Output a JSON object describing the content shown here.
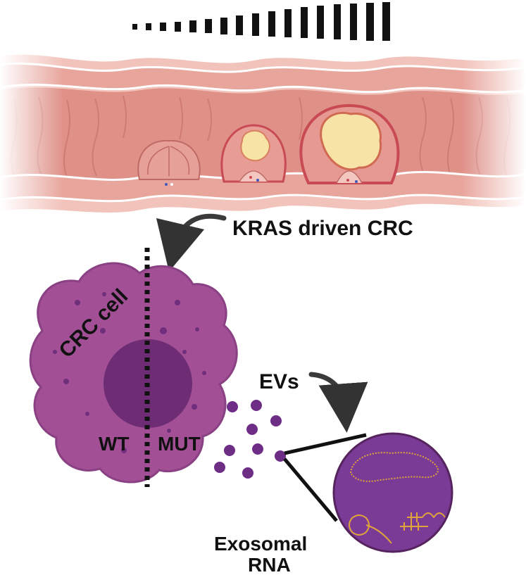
{
  "labels": {
    "kras": "KRAS driven CRC",
    "cell": "CRC cell",
    "wt": "WT",
    "mut": "MUT",
    "evs": "EVs",
    "exosomal": "Exosomal",
    "rna": "RNA"
  },
  "colors": {
    "tissue": "#e7a49c",
    "tissue_light": "#f3c6bf",
    "lumen": "#d98a82",
    "tumor_core": "#f7e3a6",
    "tumor_rim": "#c84a52",
    "cell_body": "#a04f95",
    "cell_edge": "#7d3b77",
    "nucleus": "#6d2c73",
    "vesicle": "#6e2e86",
    "zoom_fill": "#7a3b97",
    "rna": "#e0a43a"
  },
  "icons": {
    "progression": "progression-bar-icon",
    "colon": "colon-section-icon",
    "arrow_1": "curved-arrow-icon",
    "arrow_2": "curved-arrow-icon"
  }
}
